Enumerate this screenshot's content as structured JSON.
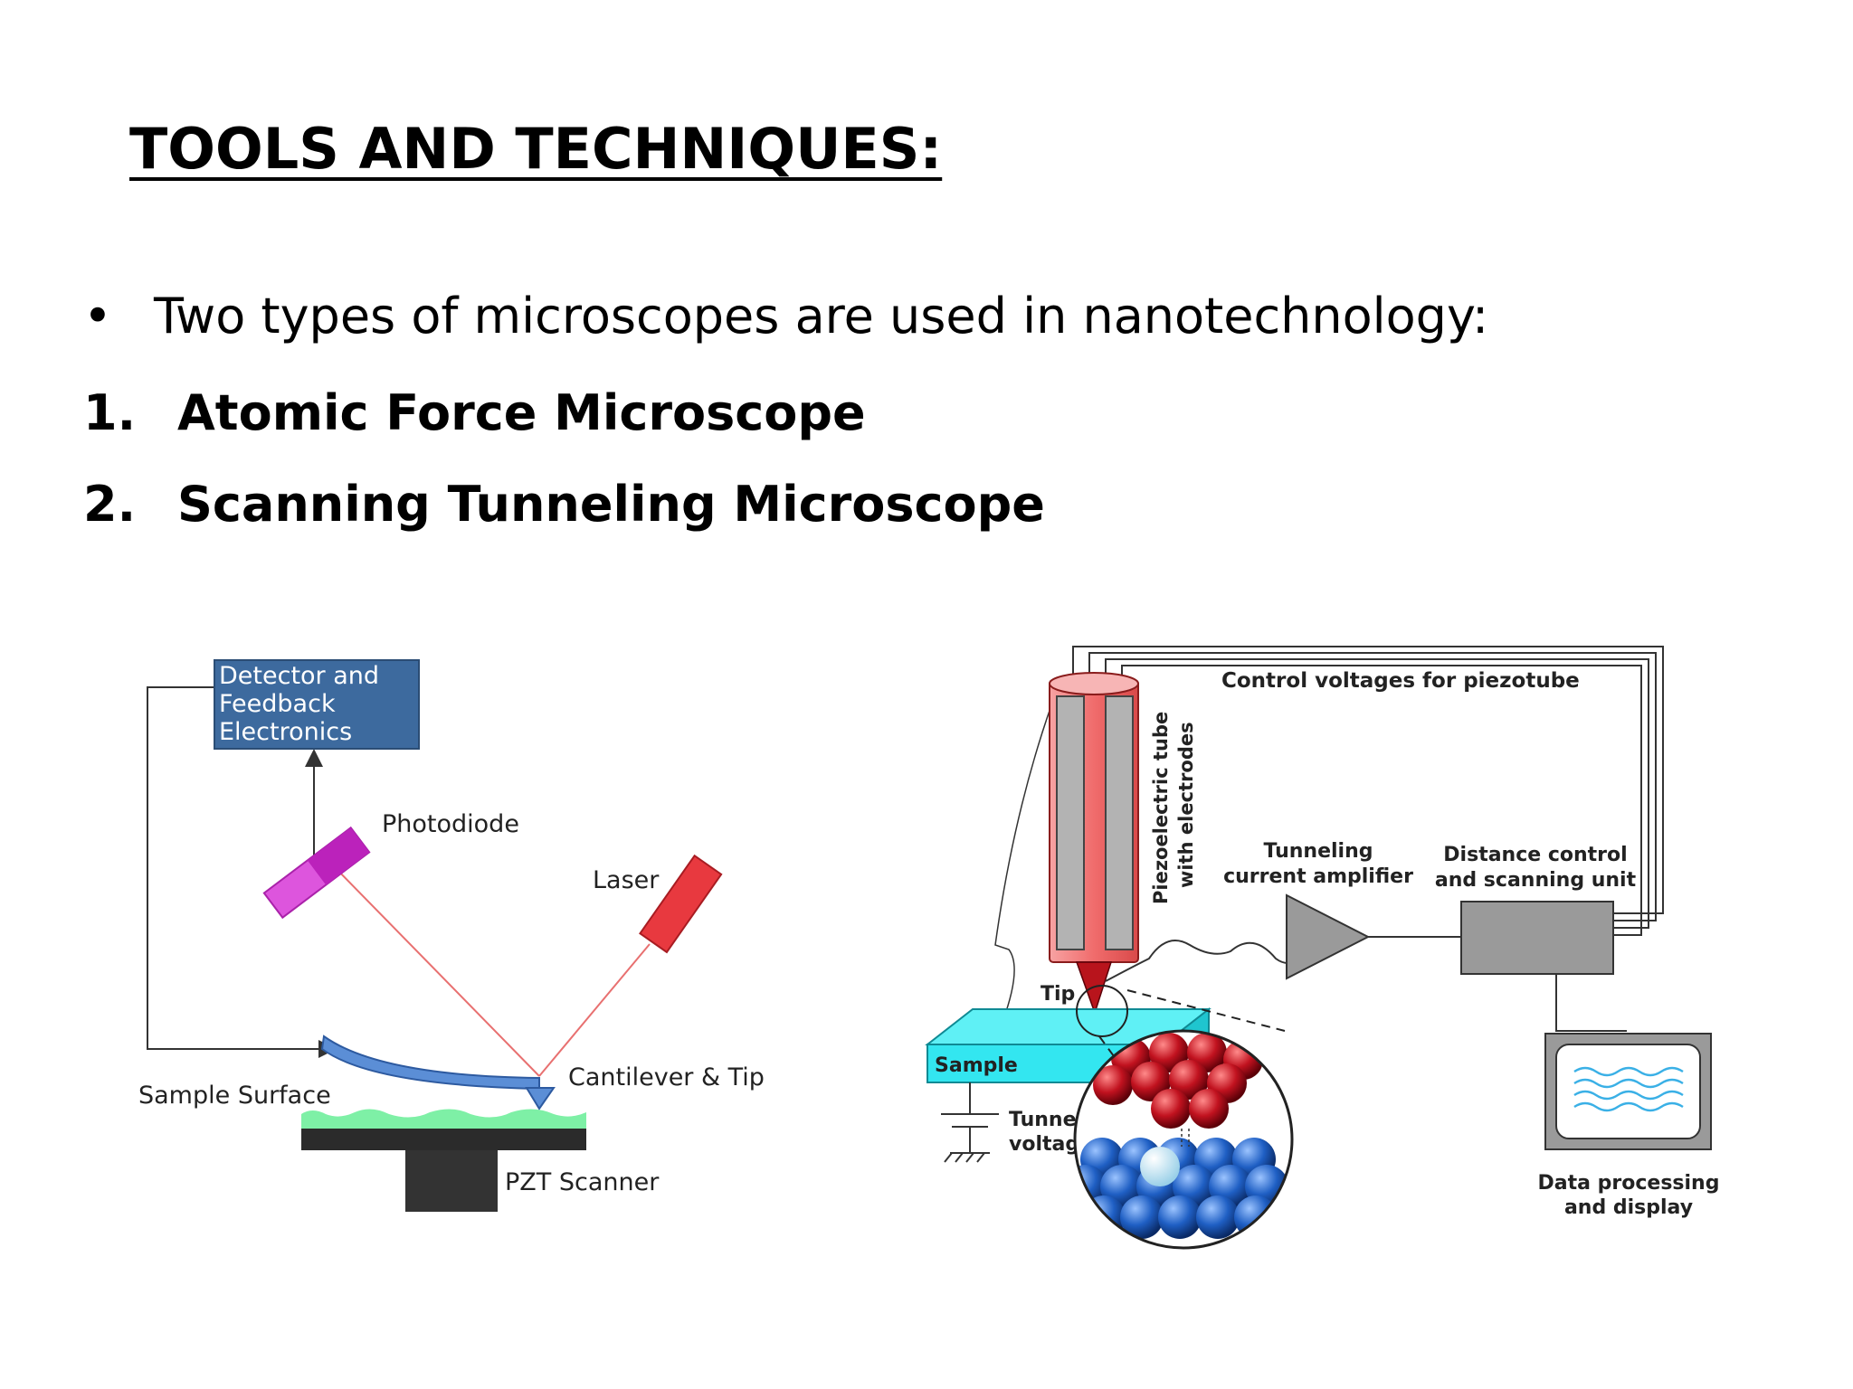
{
  "slide": {
    "title": "TOOLS AND TECHNIQUES:",
    "bullet_symbol": "•",
    "bullet_text": "Two types of microscopes are  used in nanotechnology:",
    "items": [
      {
        "number": "1.",
        "label": "Atomic Force Microscope"
      },
      {
        "number": "2.",
        "label": "Scanning Tunneling Microscope"
      }
    ]
  },
  "afm": {
    "detector_lines": [
      "Detector and",
      "Feedback",
      "Electronics"
    ],
    "photodiode": "Photodiode",
    "laser": "Laser",
    "cantilever": "Cantilever & Tip",
    "sample_surface": "Sample Surface",
    "pzt": "PZT Scanner",
    "colors": {
      "detector": "#3d6a9e",
      "photodiode": "#cc33cc",
      "laser": "#e8393f",
      "beam": "#e87070",
      "cantilever": "#5b8ed6",
      "sample": "#7ef0a6"
    }
  },
  "stm": {
    "control": "Control voltages for piezotube",
    "piezo_lines": [
      "Piezoelectric tube",
      "with electrodes"
    ],
    "amp_lines": [
      "Tunneling",
      "current amplifier"
    ],
    "dist_lines": [
      "Distance control",
      "and scanning unit"
    ],
    "tip": "Tip",
    "sample": "Sample",
    "voltage_lines": [
      "Tunneling",
      "voltage"
    ],
    "display_lines": [
      "Data processing",
      "and display"
    ],
    "colors": {
      "tube": "#f08080",
      "sample": "#33e6f0",
      "atoms_top": "#c1121f",
      "atoms_bottom": "#1f5fc4"
    }
  }
}
